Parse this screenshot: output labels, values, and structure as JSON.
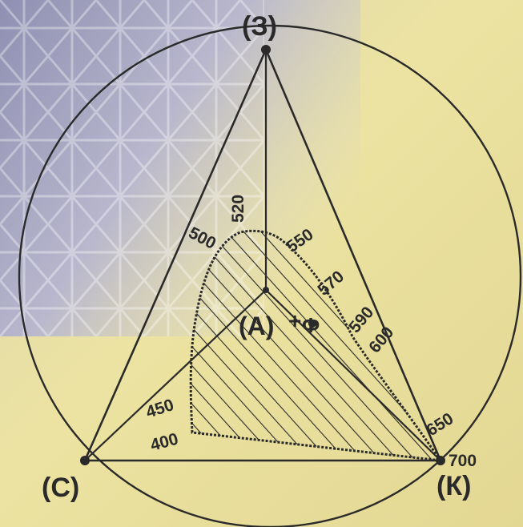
{
  "vertices": {
    "top": "(З)",
    "left": "(С)",
    "right": "(К)"
  },
  "center_label": "(A)",
  "point_label": "Ф",
  "wavelengths": [
    "400",
    "450",
    "500",
    "520",
    "550",
    "570",
    "590",
    "600",
    "650",
    "700"
  ],
  "colors": {
    "background_warm": "#efe6a4",
    "background_cool": "#b9b6cf",
    "ink": "#2a2a2a"
  }
}
